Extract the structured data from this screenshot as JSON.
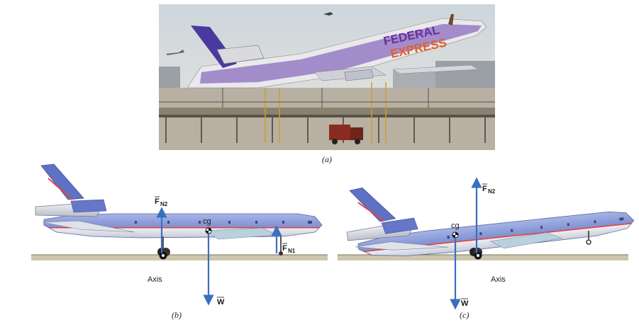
{
  "photo": {
    "livery_line1": "FEDERAL",
    "livery_line2": "EXPRESS",
    "caption": "(a)"
  },
  "panel_b": {
    "caption": "(b)",
    "cg_label": "cg",
    "axis_label": "Axis",
    "force_n2": "F",
    "force_n2_sub": "N2",
    "force_n1": "F",
    "force_n1_sub": "N1",
    "weight": "W"
  },
  "panel_c": {
    "caption": "(c)",
    "cg_label": "cg",
    "axis_label": "Axis",
    "force_n2": "F",
    "force_n2_sub": "N2",
    "weight": "W"
  },
  "colors": {
    "fuselage_top": "#8e9fd6",
    "fuselage_belly": "#e4e6ee",
    "stripe": "#e2463f",
    "arrow": "#3a6fbf",
    "ground": "#cfc6ae"
  }
}
